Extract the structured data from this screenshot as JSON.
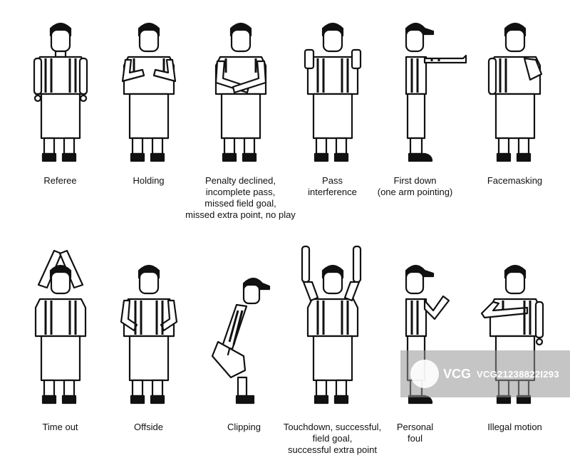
{
  "row1": [
    {
      "label": "Referee"
    },
    {
      "label": "Holding"
    },
    {
      "label": "Penalty declined,\nincomplete pass,\nmissed field goal,\nmissed extra point, no play"
    },
    {
      "label": "Pass\ninterference"
    },
    {
      "label": "First down\n(one arm pointing)"
    },
    {
      "label": "Facemasking"
    }
  ],
  "row2": [
    {
      "label": "Time out"
    },
    {
      "label": "Offside"
    },
    {
      "label": "Clipping"
    },
    {
      "label": "Touchdown, successful,\nfield goal,\nsuccessful extra point"
    },
    {
      "label": "Personal\nfoul"
    },
    {
      "label": "Illegal motion"
    }
  ],
  "watermark": {
    "brand": "VCG",
    "id": "VCG21238822I293"
  }
}
